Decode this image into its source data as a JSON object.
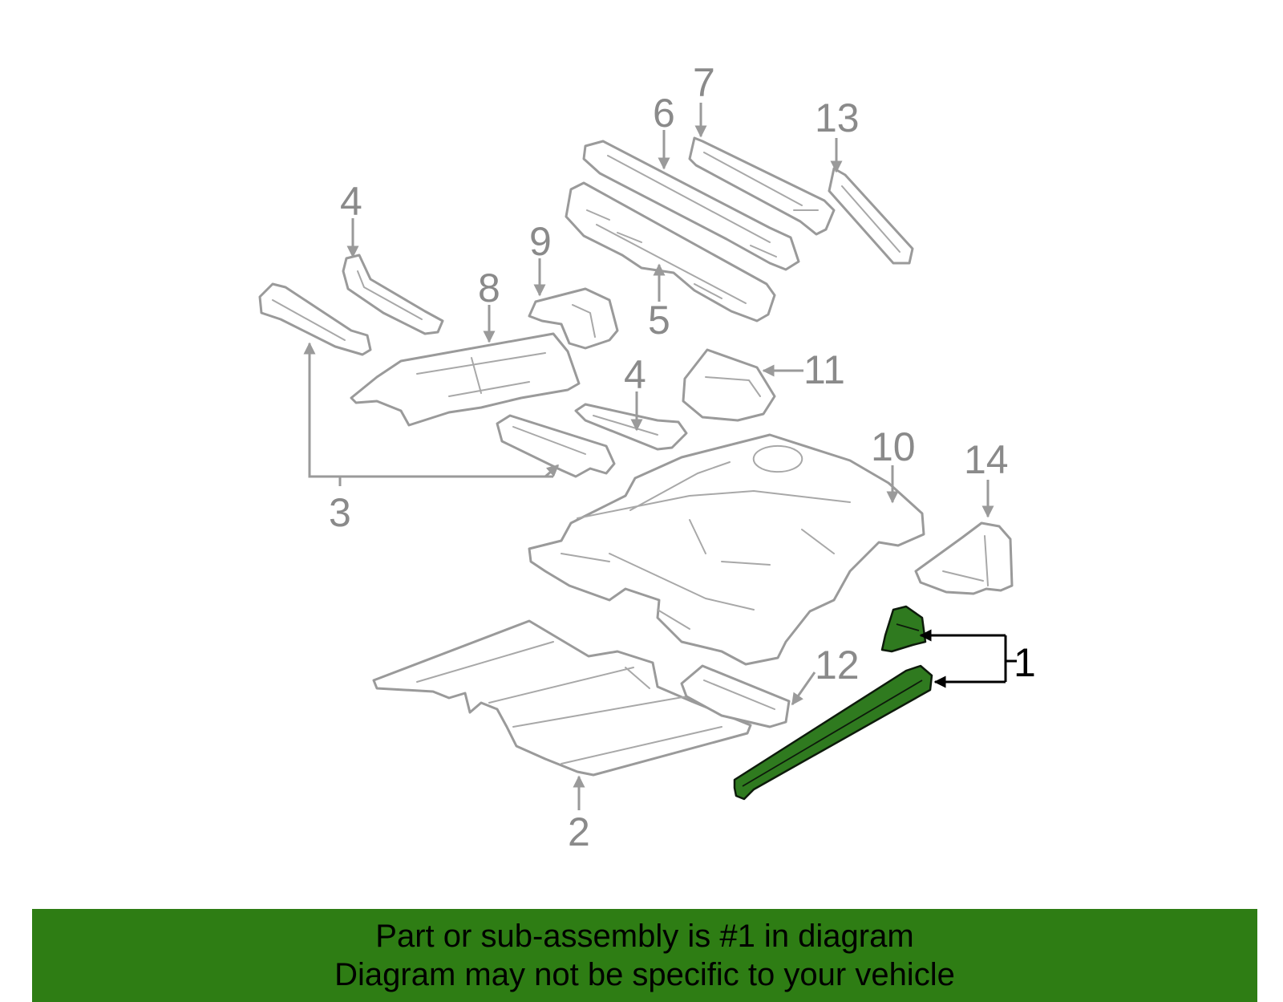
{
  "callouts": {
    "c1": "1",
    "c2": "2",
    "c3": "3",
    "c4a": "4",
    "c4b": "4",
    "c5": "5",
    "c6": "6",
    "c7": "7",
    "c8": "8",
    "c9": "9",
    "c10": "10",
    "c11": "11",
    "c12": "12",
    "c13": "13",
    "c14": "14"
  },
  "banner": {
    "line1": "Part or sub-assembly is #1 in diagram",
    "line2": "Diagram may not be specific to your vehicle"
  },
  "colors": {
    "highlight_part": "#2f7a1f",
    "banner_background": "#2e7d14",
    "part_outline": "#9a9a9a"
  }
}
